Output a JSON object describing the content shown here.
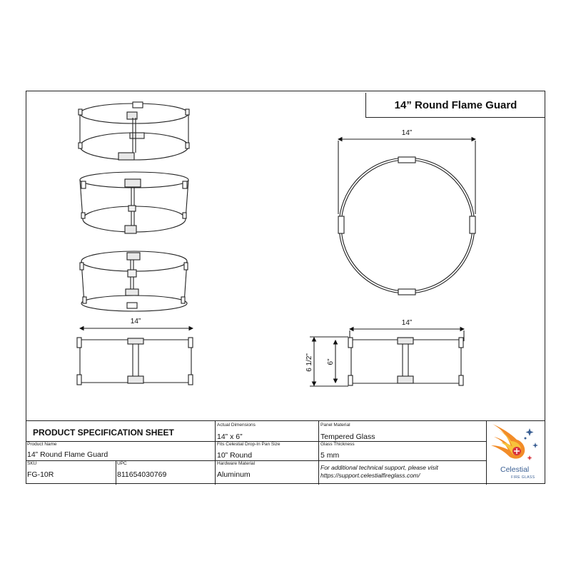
{
  "title": "14” Round Flame Guard",
  "dimensions": {
    "left_width": "14”",
    "top_width": "14”",
    "front_width": "14”",
    "overall_height": "6 1/2”",
    "glass_height": "6”"
  },
  "spec_sheet": {
    "heading": "PRODUCT SPECIFICATION SHEET",
    "product_name": {
      "label": "Product Name",
      "value": "14” Round Flame Guard"
    },
    "sku": {
      "label": "SKU",
      "value": "FG-10R"
    },
    "upc": {
      "label": "UPC",
      "value": "811654030769"
    },
    "actual_dimensions": {
      "label": "Actual Dimensions",
      "value": "14” x 6”"
    },
    "pan_size": {
      "label": "Fits Celestial Drop-In Pan Size",
      "value": "10” Round"
    },
    "hardware_material": {
      "label": "Hardware Material",
      "value": "Aluminum"
    },
    "panel_material": {
      "label": "Panel Material",
      "value": "Tempered Glass"
    },
    "glass_thickness": {
      "label": "Glass Thickness",
      "value": "5 mm"
    },
    "support_line1": "For additional technical support, please visit",
    "support_line2": "https://support.celestialfireglass.com/"
  },
  "logo": {
    "name": "Celestial",
    "tagline": "FIRE GLASS"
  },
  "colors": {
    "flame_orange": "#f28c28",
    "flame_yellow": "#f7c33b",
    "logo_blue": "#3a5f93",
    "star_red": "#d8333c"
  }
}
